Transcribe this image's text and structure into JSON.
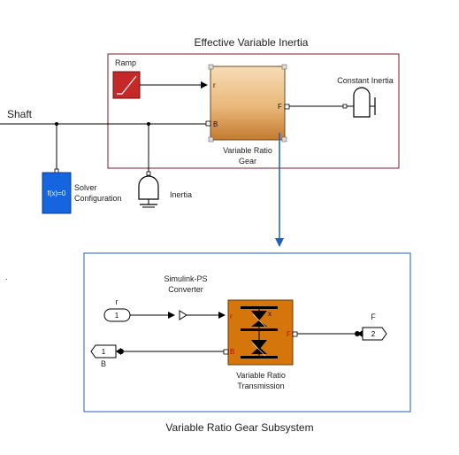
{
  "upper": {
    "title": "Effective Variable Inertia",
    "shaft_label": "Shaft",
    "ramp_label": "Ramp",
    "gear_label_line1": "Variable Ratio",
    "gear_label_line2": "Gear",
    "gear_port_r": "r",
    "gear_port_b": "B",
    "gear_port_f": "F",
    "constant_inertia_label": "Constant Inertia",
    "solver_block_text": "f(x)=0",
    "solver_label_line1": "Solver",
    "solver_label_line2": "Configuration",
    "inertia_label": "Inertia"
  },
  "lower": {
    "title": "Variable Ratio Gear Subsystem",
    "converter_label_line1": "Simulink-PS",
    "converter_label_line2": "Converter",
    "in_port_r_name": "r",
    "in_port_r_num": "1",
    "conn_port_b_name": "B",
    "conn_port_b_num": "1",
    "out_port_f_name": "F",
    "out_port_f_num": "2",
    "transmission_label_line1": "Variable Ratio",
    "transmission_label_line2": "Transmission",
    "trans_port_r": "r",
    "trans_port_b": "B",
    "trans_port_f": "F",
    "trans_icon_x": "x"
  },
  "misc": {
    "stray_dot": "."
  },
  "colors": {
    "frame_upper": "#7a1f2b",
    "frame_lower": "#1f5fbf",
    "ramp_fill": "#c62828",
    "solver_fill": "#1565e0",
    "gear_light": "#f6d9b0",
    "gear_dark": "#c8833a",
    "transmission_fill": "#d4760c",
    "arrow_blue": "#1f5fbf",
    "port_red": "#d00000"
  }
}
